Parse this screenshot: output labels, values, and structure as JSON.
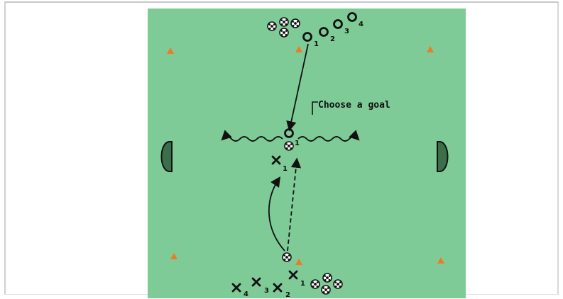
{
  "callout": {
    "text": "Choose a goal"
  },
  "attackers": {
    "numbers": [
      "1",
      "2",
      "3",
      "4"
    ],
    "active_number": "1"
  },
  "defenders": {
    "numbers": [
      "1",
      "2",
      "3",
      "4"
    ],
    "active_number": "1"
  },
  "colors": {
    "pitch": "#7ecb97",
    "cone": "#f07a24",
    "goal_fill": "#3c6e4c",
    "ink": "#111111"
  },
  "icons": {
    "cone": "orange-cone-icon",
    "ball": "soccer-ball-icon",
    "attacker": "circle-player-icon",
    "defender": "x-player-icon",
    "goal": "mini-goal-icon"
  }
}
